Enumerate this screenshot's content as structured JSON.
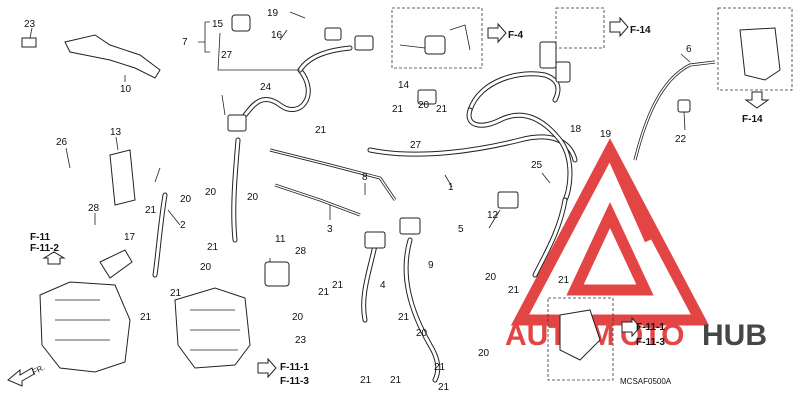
{
  "diagram": {
    "code": "MCSAF0500A",
    "front_label": "FR.",
    "watermark": {
      "text_left": "AUTOM",
      "text_mid": "OTO",
      "text_right": "HUB",
      "color_red": "#e03030",
      "color_dark": "#333333"
    },
    "callouts": {
      "c1": "1",
      "c2": "2",
      "c3": "3",
      "c4": "4",
      "c5": "5",
      "c6": "6",
      "c7": "7",
      "c8": "8",
      "c9": "9",
      "c10": "10",
      "c11": "11",
      "c12": "12",
      "c13": "13",
      "c14": "14",
      "c15": "15",
      "c16": "16",
      "c17": "17",
      "c18": "18",
      "c19a": "19",
      "c19b": "19",
      "c20a": "20",
      "c20b": "20",
      "c20c": "20",
      "c20d": "20",
      "c20e": "20",
      "c20f": "20",
      "c20g": "20",
      "c20h": "20",
      "c20i": "20",
      "c21a": "21",
      "c21b": "21",
      "c21c": "21",
      "c21d": "21",
      "c21e": "21",
      "c21f": "21",
      "c21g": "21",
      "c21h": "21",
      "c21i": "21",
      "c21j": "21",
      "c21k": "21",
      "c21l": "21",
      "c21m": "21",
      "c21n": "21",
      "c21o": "21",
      "c21p": "21",
      "c22": "22",
      "c23a": "23",
      "c23b": "23",
      "c24": "24",
      "c25": "25",
      "c26": "26",
      "c27a": "27",
      "c27b": "27",
      "c28a": "28",
      "c28b": "28"
    },
    "refs": {
      "f4": "F-4",
      "f14a": "F-14",
      "f14b": "F-14",
      "f11a": "F-11",
      "f112a": "F-11-2",
      "f111a": "F-11-1",
      "f113a": "F-11-3",
      "f111b": "F-11-1",
      "f113b": "F-11-3"
    }
  }
}
